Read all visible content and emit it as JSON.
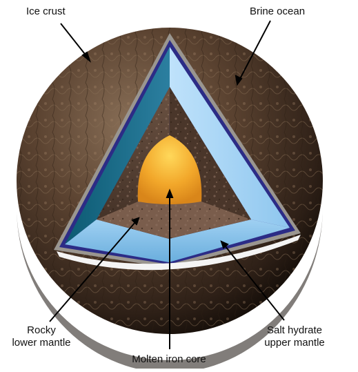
{
  "labels": {
    "ice_crust": "Ice crust",
    "brine_ocean": "Brine ocean",
    "rocky_lower_mantle": [
      "Rocky",
      "lower mantle"
    ],
    "salt_hydrate_upper_mantle": [
      "Salt hydrate",
      "upper mantle"
    ],
    "molten_iron_core": "Molten iron core"
  },
  "colors": {
    "ice_surface": "#5a4230",
    "brine_ocean": "#2c2c86",
    "salt_hydrate": "#7fb8e6",
    "rocky_mantle": "#5b4437",
    "iron_core": "#f2a72a",
    "background": "#ffffff"
  }
}
